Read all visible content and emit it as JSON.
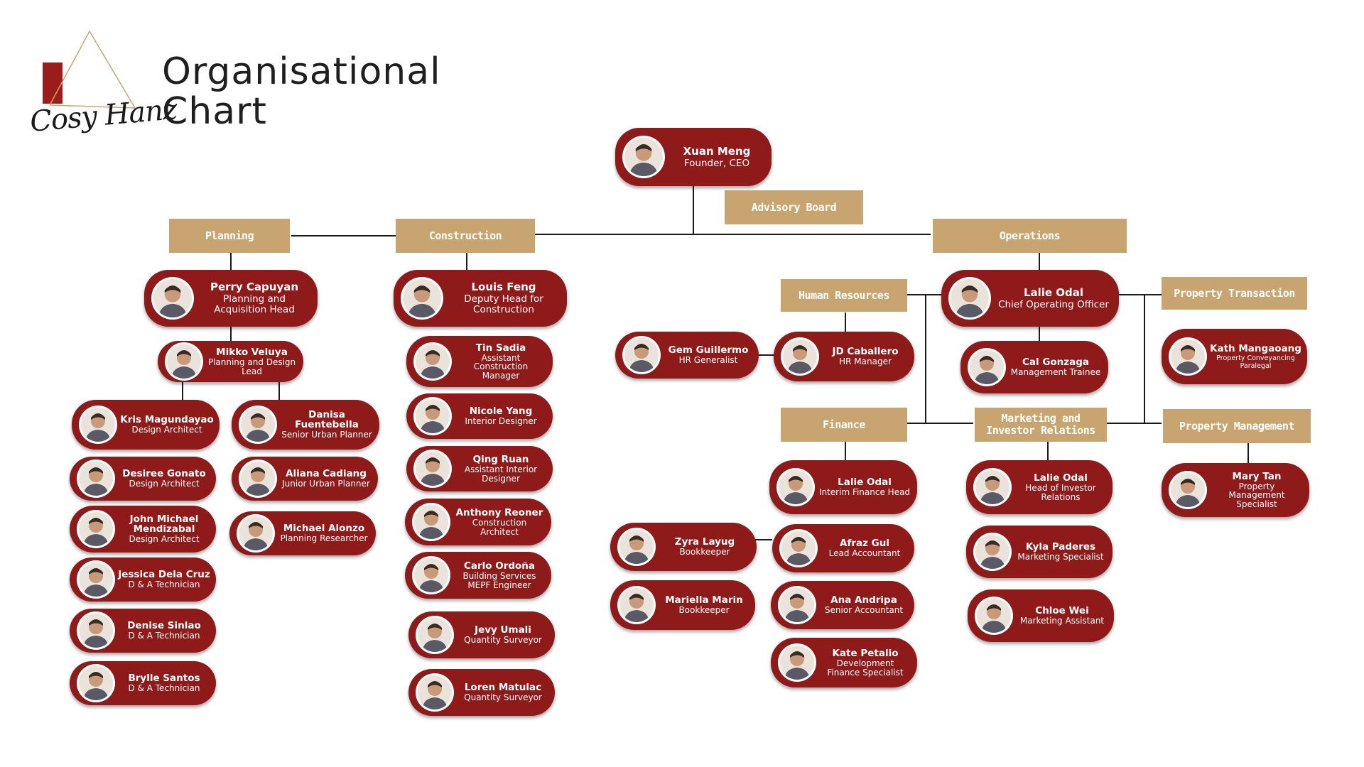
{
  "header": {
    "logo_text": "Cosy Hanz",
    "title_line1": "Organisational",
    "title_line2": "Chart"
  },
  "colors": {
    "card": "#8e1a1a",
    "department": "#c8a470",
    "line": "#1a1a1a",
    "logo_red": "#9c1c1c"
  },
  "departments": {
    "advisory": "Advisory Board",
    "planning": "Planning",
    "construction": "Construction",
    "operations": "Operations",
    "hr": "Human Resources",
    "finance": "Finance",
    "marketing": "Marketing and Investor Relations",
    "property_transaction": "Property Transaction",
    "property_management": "Property Management"
  },
  "people": {
    "ceo": {
      "name": "Xuan Meng",
      "role": "Founder, CEO",
      "icon": "avatar-photo"
    },
    "perry": {
      "name": "Perry Capuyan",
      "role": "Planning and Acquisition Head",
      "icon": "avatar-photo"
    },
    "mikko": {
      "name": "Mikko Veluya",
      "role": "Planning and Design Lead",
      "icon": "avatar-photo"
    },
    "kris": {
      "name": "Kris Magundayao",
      "role": "Design Architect",
      "icon": "avatar-photo"
    },
    "desiree": {
      "name": "Desiree Gonato",
      "role": "Design Architect",
      "icon": "avatar-photo"
    },
    "johnmichael": {
      "name": "John Michael Mendizabal",
      "role": "Design Architect",
      "icon": "avatar-photo"
    },
    "jessica": {
      "name": "Jessica Dela Cruz",
      "role": "D & A Technician",
      "icon": "avatar-photo"
    },
    "denise": {
      "name": "Denise Sinlao",
      "role": "D & A Technician",
      "icon": "avatar-photo"
    },
    "brylle": {
      "name": "Brylle Santos",
      "role": "D & A Technician",
      "icon": "avatar-photo"
    },
    "danisa": {
      "name": "Danisa Fuentebella",
      "role": "Senior Urban Planner",
      "icon": "avatar-photo"
    },
    "aliana": {
      "name": "Aliana Cadiang",
      "role": "Junior Urban Planner",
      "icon": "avatar-photo"
    },
    "michael": {
      "name": "Michael Alonzo",
      "role": "Planning Researcher",
      "icon": "avatar-photo"
    },
    "louis": {
      "name": "Louis Feng",
      "role": "Deputy Head for Construction",
      "icon": "avatar-photo"
    },
    "tin": {
      "name": "Tin Sadia",
      "role": "Assistant Construction Manager",
      "icon": "avatar-photo"
    },
    "nicole": {
      "name": "Nicole Yang",
      "role": "Interior Designer",
      "icon": "avatar-photo"
    },
    "qing": {
      "name": "Qing Ruan",
      "role": "Assistant Interior Designer",
      "icon": "avatar-photo"
    },
    "anthony": {
      "name": "Anthony Reoner",
      "role": "Construction Architect",
      "icon": "avatar-photo"
    },
    "carlo": {
      "name": "Carlo Ordoña",
      "role": "Building Services MEPF Engineer",
      "icon": "avatar-photo"
    },
    "jevy": {
      "name": "Jevy Umali",
      "role": "Quantity Surveyor",
      "icon": "avatar-photo"
    },
    "loren": {
      "name": "Loren Matulac",
      "role": "Quantity Surveyor",
      "icon": "avatar-photo"
    },
    "gem": {
      "name": "Gem Guillermo",
      "role": "HR Generalist",
      "icon": "avatar-photo"
    },
    "jd": {
      "name": "JD Caballero",
      "role": "HR Manager",
      "icon": "avatar-photo"
    },
    "lalie_coo": {
      "name": "Lalie Odal",
      "role": "Chief Operating Officer",
      "icon": "avatar-photo"
    },
    "cal": {
      "name": "Cal Gonzaga",
      "role": "Management Trainee",
      "icon": "avatar-photo"
    },
    "kath": {
      "name": "Kath Mangaoang",
      "role": "Property Conveyancing Paralegal",
      "icon": "avatar-photo"
    },
    "lalie_fin": {
      "name": "Lalie Odal",
      "role": "Interim Finance Head",
      "icon": "avatar-photo"
    },
    "afraz": {
      "name": "Afraz Gul",
      "role": "Lead Accountant",
      "icon": "avatar-photo"
    },
    "ana": {
      "name": "Ana Andripa",
      "role": "Senior Accountant",
      "icon": "avatar-photo"
    },
    "kate": {
      "name": "Kate Petalio",
      "role": "Development Finance Specialist",
      "icon": "avatar-photo"
    },
    "zyra": {
      "name": "Zyra Layug",
      "role": "Bookkeeper",
      "icon": "avatar-photo"
    },
    "mariella": {
      "name": "Mariella Marin",
      "role": "Bookkeeper",
      "icon": "avatar-photo"
    },
    "lalie_ir": {
      "name": "Lalie Odal",
      "role": "Head of Investor Relations",
      "icon": "avatar-photo"
    },
    "kyla": {
      "name": "Kyla Paderes",
      "role": "Marketing Specialist",
      "icon": "avatar-photo"
    },
    "chloe": {
      "name": "Chloe Wei",
      "role": "Marketing Assistant",
      "icon": "avatar-photo"
    },
    "mary": {
      "name": "Mary Tan",
      "role": "Property Management Specialist",
      "icon": "avatar-photo"
    }
  }
}
